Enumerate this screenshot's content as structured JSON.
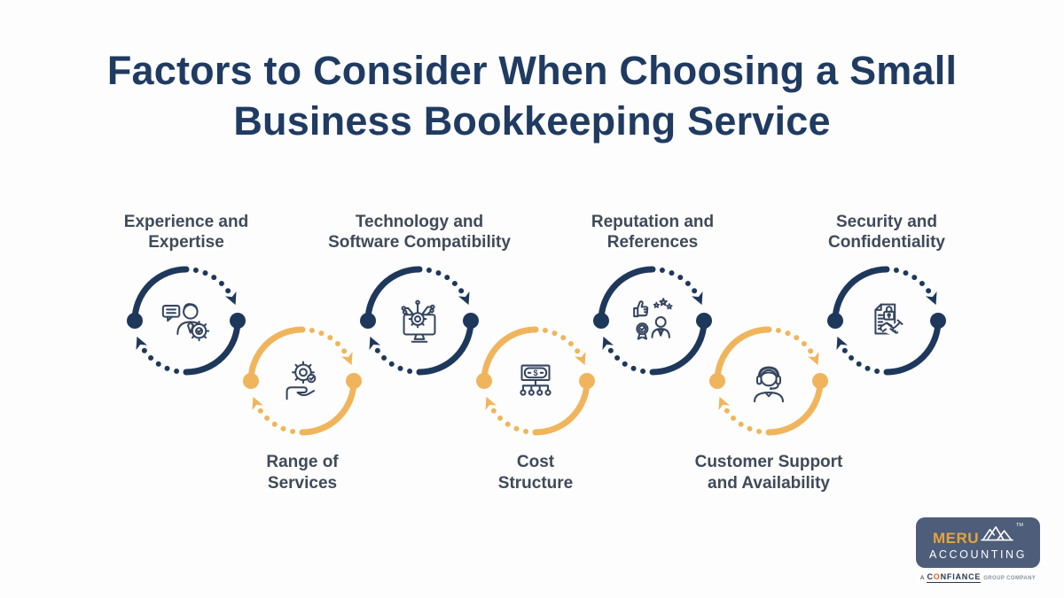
{
  "meta": {
    "background_color": "#fdfdfd"
  },
  "title": {
    "line1": "Factors to Consider When Choosing a Small",
    "line2": "Business Bookkeeping Service",
    "color": "#203b62"
  },
  "palette": {
    "navy_ring": "#1e385c",
    "yellow_ring": "#f0b55c",
    "label_text": "#3f4a59",
    "icon_stroke": "#35455e"
  },
  "factors": [
    {
      "id": "experience-expertise",
      "label_line1": "Experience and",
      "label_line2": "Expertise",
      "ring_color": "navy",
      "icon": "person-speech-gear-icon"
    },
    {
      "id": "range-of-services",
      "label_line1": "Range of",
      "label_line2": "Services",
      "ring_color": "yellow",
      "icon": "hand-gear-icon"
    },
    {
      "id": "technology-software-compatibility",
      "label_line1": "Technology and",
      "label_line2": "Software Compatibility",
      "ring_color": "navy",
      "icon": "monitor-gear-circuit-icon"
    },
    {
      "id": "cost-structure",
      "label_line1": "Cost",
      "label_line2": "Structure",
      "ring_color": "yellow",
      "icon": "money-hierarchy-icon",
      "icon_dollar_text": "$"
    },
    {
      "id": "reputation-references",
      "label_line1": "Reputation and",
      "label_line2": "References",
      "ring_color": "navy",
      "icon": "thumbsup-stars-person-medal-icon"
    },
    {
      "id": "customer-support-availability",
      "label_line1": "Customer Support",
      "label_line2": "and Availability",
      "ring_color": "yellow",
      "icon": "headset-agent-icon"
    },
    {
      "id": "security-confidentiality",
      "label_line1": "Security and",
      "label_line2": "Confidentiality",
      "ring_color": "navy",
      "icon": "document-lock-handshake-icon"
    }
  ],
  "logo": {
    "brand_top": "MERU",
    "brand_bottom": "ACCOUNTING",
    "trademark": "TM",
    "tagline_prefix": "A",
    "tagline_brand_c": "C",
    "tagline_brand_o": "O",
    "tagline_brand_rest": "NFIANCE",
    "tagline_suffix": "GROUP COMPANY",
    "card_color": "#4d5d7a",
    "brand_color": "#e6a43c",
    "tagline_o_color": "#e2641f"
  }
}
